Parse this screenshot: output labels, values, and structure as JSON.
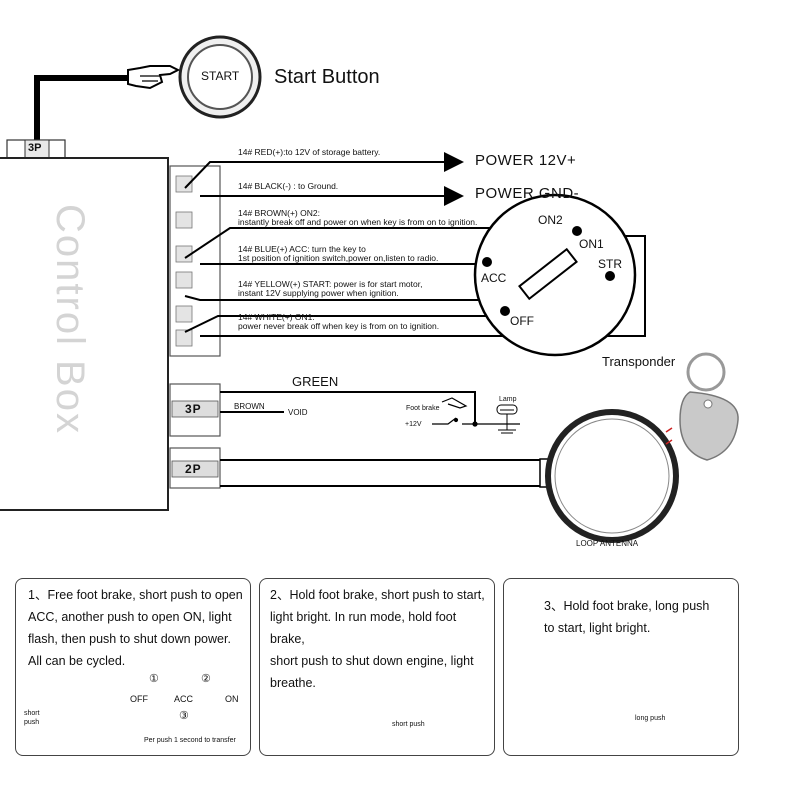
{
  "start_button": {
    "label": "START",
    "caption": "Start Button"
  },
  "control_box": {
    "title": "Control Box"
  },
  "connectors": {
    "top": "3P",
    "mid": "3P",
    "bottom": "2P"
  },
  "wires": [
    {
      "line1": "14# RED(+):to 12V of storage battery.",
      "line2": ""
    },
    {
      "line1": "14# BLACK(-) : to Ground.",
      "line2": ""
    },
    {
      "line1": "14# BROWN(+)   ON2:",
      "line2": "instantly break off and power on when key is from on to  ignition."
    },
    {
      "line1": "14# BLUE(+)   ACC:  turn the key to",
      "line2": "1st position of ignition switch,power on,listen to radio."
    },
    {
      "line1": "14# YELLOW(+)   START:  power is for start motor,",
      "line2": "instant 12V supplying power when ignition."
    },
    {
      "line1": "14# WHITE(+)   ON1:",
      "line2": "power never break off when key is from on to ignition."
    }
  ],
  "power": {
    "plus": "POWER 12V+",
    "gnd": "POWER GND-"
  },
  "ignition": {
    "on2": "ON2",
    "on1": "ON1",
    "acc": "ACC",
    "str": "STR",
    "off": "OFF"
  },
  "transponder": "Transponder",
  "green": "GREEN",
  "brown": "BROWN",
  "void": "VOID",
  "foot_brake": "Foot brake",
  "lamp": "Lamp",
  "plus12": "+12V",
  "loop_antenna": "LOOP ANTENNA",
  "cards": [
    {
      "text": "1、Free foot brake, short push to open\nACC, another push to open ON, light\nflash, then push to shut down power.\nAll can be cycled.",
      "caption": "short\npush"
    },
    {
      "text": "2、Hold foot brake, short push to start,\nlight bright. In run mode, hold foot brake,\nshort push to shut down engine, light\nbreathe.",
      "caption": "short  push"
    },
    {
      "text": "3、Hold foot brake, long push\nto start, light bright.",
      "caption": "long  push"
    }
  ],
  "cycle": {
    "steps": [
      "OFF",
      "ACC",
      "ON"
    ],
    "markers": [
      "①",
      "②",
      "③"
    ],
    "note": "Per push 1 second to transfer"
  }
}
